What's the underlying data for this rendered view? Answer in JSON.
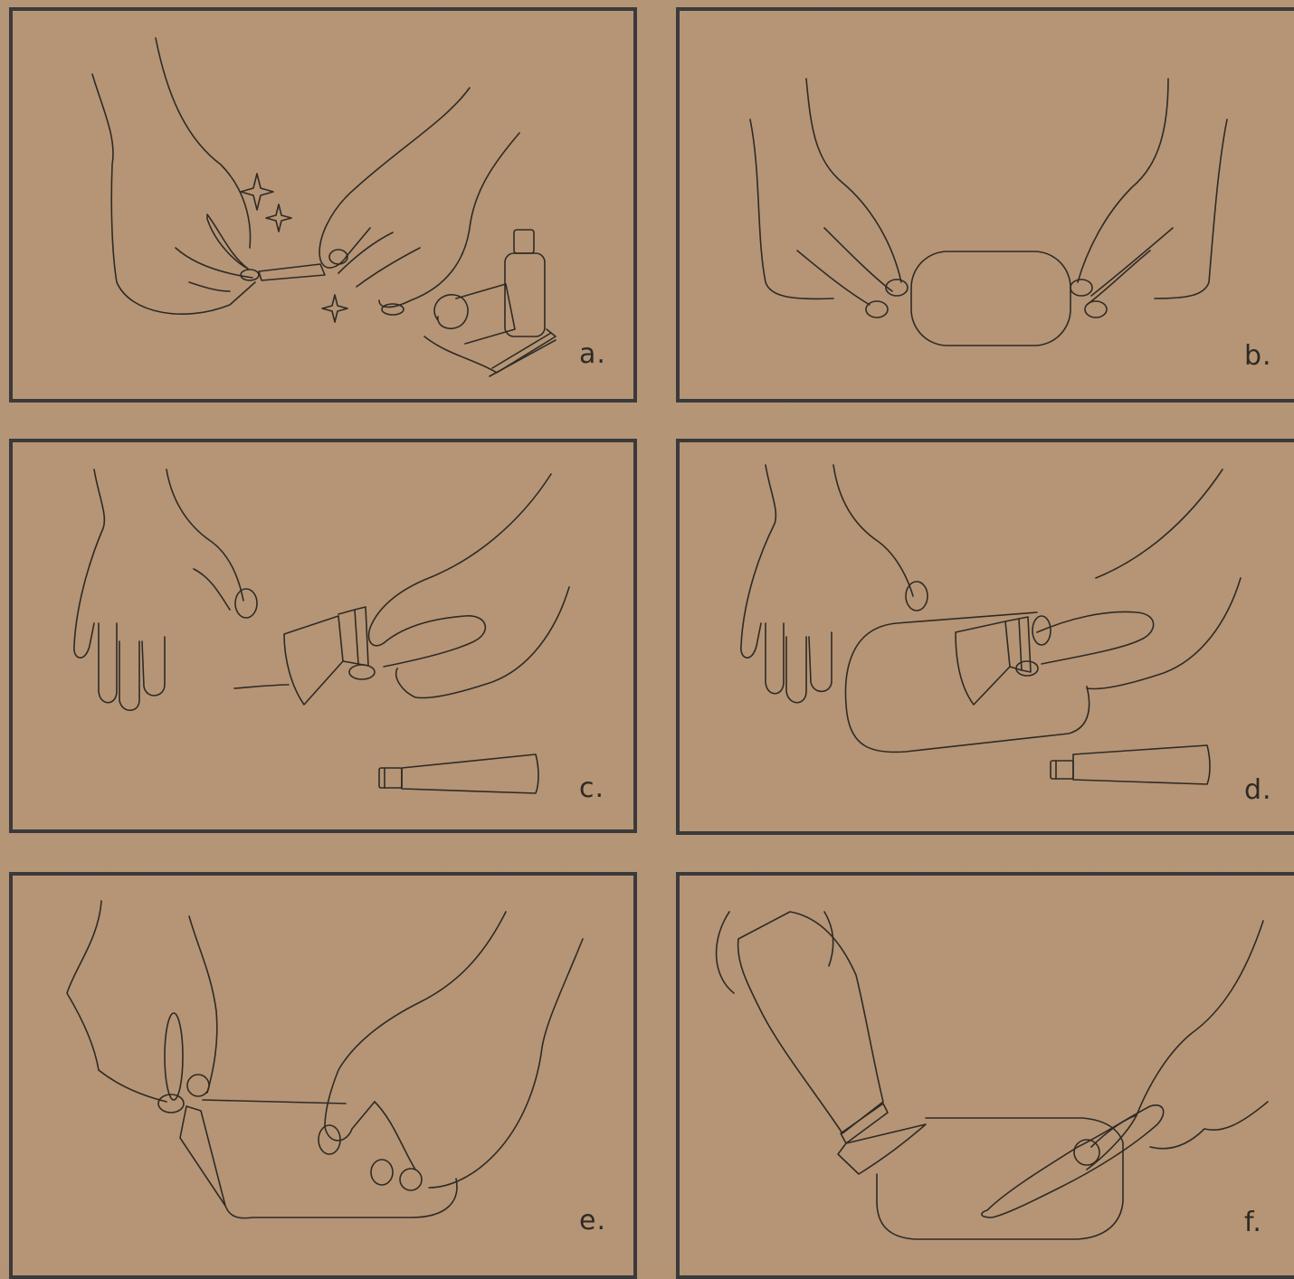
{
  "panels": [
    {
      "id": "a",
      "label": "a.",
      "icons": [
        "hand-icon",
        "sparkle-icon",
        "cleaning-strip-icon",
        "bottle-icon",
        "cloth-roll-icon"
      ]
    },
    {
      "id": "b",
      "label": "b.",
      "icons": [
        "hand-icon",
        "rounded-patch-icon"
      ]
    },
    {
      "id": "c",
      "label": "c.",
      "icons": [
        "hand-icon",
        "cup-applicator-icon",
        "tube-icon"
      ]
    },
    {
      "id": "d",
      "label": "d.",
      "icons": [
        "hand-icon",
        "cup-applicator-icon",
        "rounded-patch-icon",
        "tube-icon"
      ]
    },
    {
      "id": "e",
      "label": "e.",
      "icons": [
        "hand-icon",
        "rounded-patch-icon",
        "peel-corner-icon"
      ]
    },
    {
      "id": "f",
      "label": "f.",
      "icons": [
        "hand-icon",
        "cup-applicator-icon",
        "rounded-patch-icon"
      ]
    }
  ],
  "colors": {
    "background": "#b49474",
    "border": "#3a3a3a",
    "line": "#2e2a26"
  }
}
